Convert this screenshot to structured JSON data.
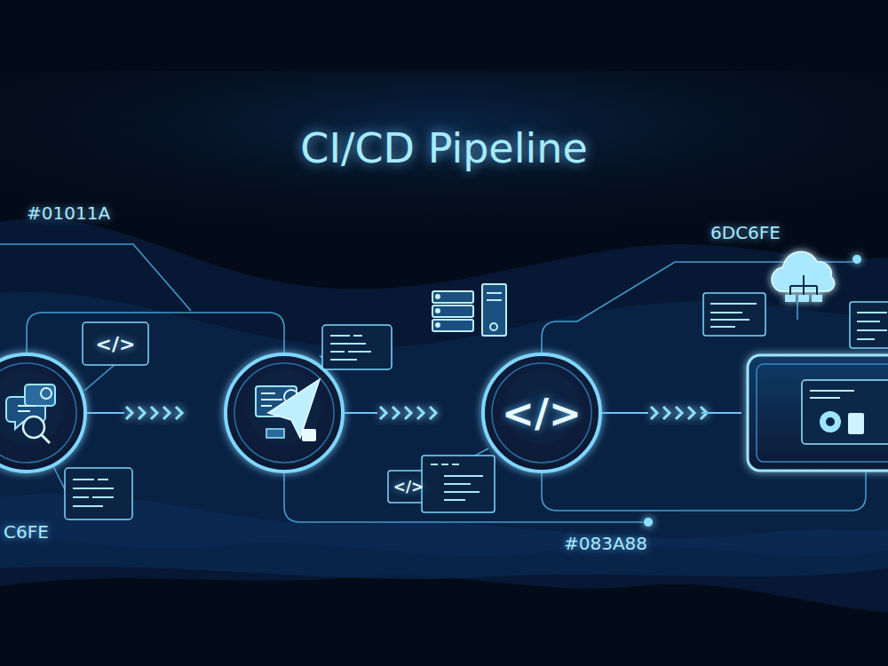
{
  "diagram": {
    "title": "CI/CD Pipeline",
    "labels": [
      "#01011A",
      "6DC6FE",
      "C6FE",
      "#083A88",
      "</>",
      "</>",
      "</>"
    ]
  }
}
